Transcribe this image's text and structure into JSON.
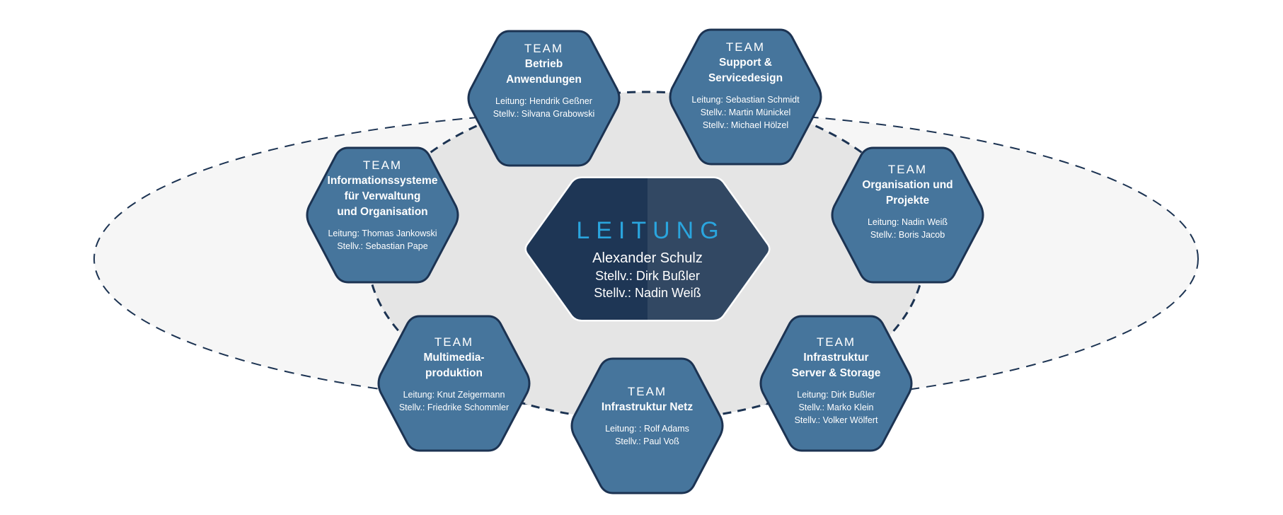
{
  "diagram": {
    "colors": {
      "team_fill": "#46759c",
      "team_stroke": "#1c3352",
      "leitung_fill_left": "#1e3655",
      "leitung_fill_right": "#324863",
      "leitung_title": "#2aa5de",
      "outer_ellipse_fill": "#f6f6f6",
      "inner_ellipse_fill": "#e5e5e5",
      "dash_stroke": "#1c3352"
    },
    "center": {
      "title": "LEITUNG",
      "head": "Alexander Schulz",
      "deputies": [
        "Stellv.: Dirk Bußler",
        "Stellv.: Nadin Weiß"
      ]
    },
    "teams": [
      {
        "label": "TEAM",
        "name": "Betrieb\nAnwendungen",
        "people": [
          "Leitung: Hendrik Geßner",
          "Stellv.: Silvana Grabowski"
        ]
      },
      {
        "label": "TEAM",
        "name": "Support &\nServicedesign",
        "people": [
          "Leitung: Sebastian Schmidt",
          "Stellv.: Martin Münickel",
          "Stellv.: Michael Hölzel"
        ]
      },
      {
        "label": "TEAM",
        "name": "Informationssysteme\nfür Verwaltung\nund Organisation",
        "people": [
          "Leitung: Thomas Jankowski",
          "Stellv.: Sebastian Pape"
        ]
      },
      {
        "label": "TEAM",
        "name": "Organisation und\nProjekte",
        "people": [
          "Leitung: Nadin Weiß",
          "Stellv.: Boris Jacob"
        ]
      },
      {
        "label": "TEAM",
        "name": "Multimedia-\nproduktion",
        "people": [
          "Leitung: Knut Zeigermann",
          "Stellv.: Friedrike Schommler"
        ]
      },
      {
        "label": "TEAM",
        "name": "Infrastruktur Netz",
        "people": [
          "Leitung: : Rolf Adams",
          "Stellv.: Paul Voß"
        ]
      },
      {
        "label": "TEAM",
        "name": "Infrastruktur\nServer & Storage",
        "people": [
          "Leitung: Dirk Bußler",
          "Stellv.: Marko Klein",
          "Stellv.: Volker Wölfert"
        ]
      }
    ]
  }
}
